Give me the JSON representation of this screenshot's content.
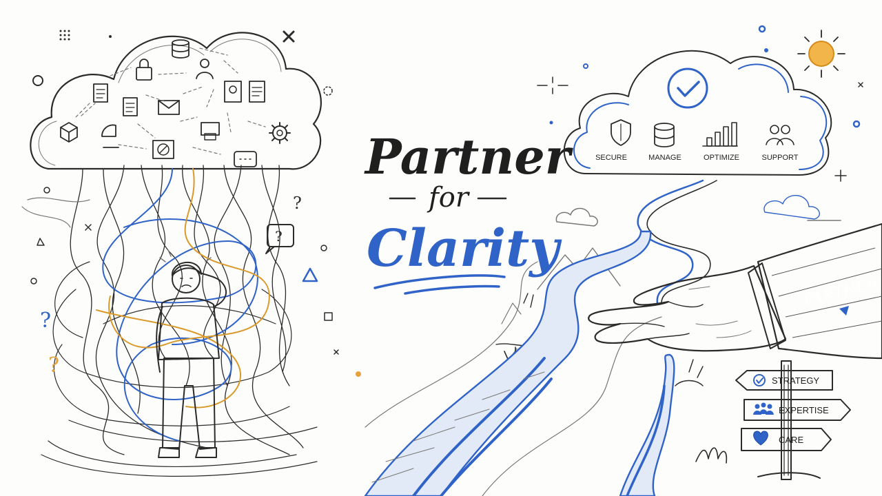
{
  "headline": {
    "line1": "Partner",
    "line2": "for",
    "line3": "Clarity"
  },
  "cloud_pillars": [
    {
      "label": "SECURE",
      "icon": "shield-icon"
    },
    {
      "label": "MANAGE",
      "icon": "database-icon"
    },
    {
      "label": "OPTIMIZE",
      "icon": "bar-chart-icon"
    },
    {
      "label": "SUPPORT",
      "icon": "users-icon"
    }
  ],
  "sleeve_label": "PARTNER",
  "signpost": [
    {
      "label": "STRATEGY",
      "icon": "check-circle-icon"
    },
    {
      "label": "EXPERTISE",
      "icon": "team-icon"
    },
    {
      "label": "CARE",
      "icon": "heart-icon"
    }
  ],
  "colors": {
    "ink": "#1f1f1f",
    "accent_blue": "#2f63c7",
    "accent_orange": "#e6a23c",
    "paper": "#fdfdfc"
  }
}
